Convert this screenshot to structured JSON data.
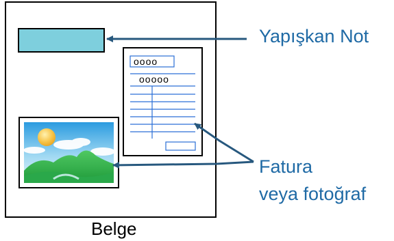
{
  "labels": {
    "sticky_note": "Yapışkan Not",
    "invoice_or_photo_line1": "Fatura",
    "invoice_or_photo_line2": "veya fotoğraf",
    "document": "Belge"
  },
  "invoice": {
    "header_circles": "oooo",
    "sub_circles": "ooooo"
  },
  "colors": {
    "callout_text": "#1f6aa5",
    "arrow": "#27587e",
    "invoice_lines": "#2a6fd6",
    "sticky_note_fill": "#7ecfdd",
    "sky_top": "#3aa8e8",
    "sun": "#f5b93a",
    "hills": "#32b24a",
    "outline": "#000000"
  }
}
